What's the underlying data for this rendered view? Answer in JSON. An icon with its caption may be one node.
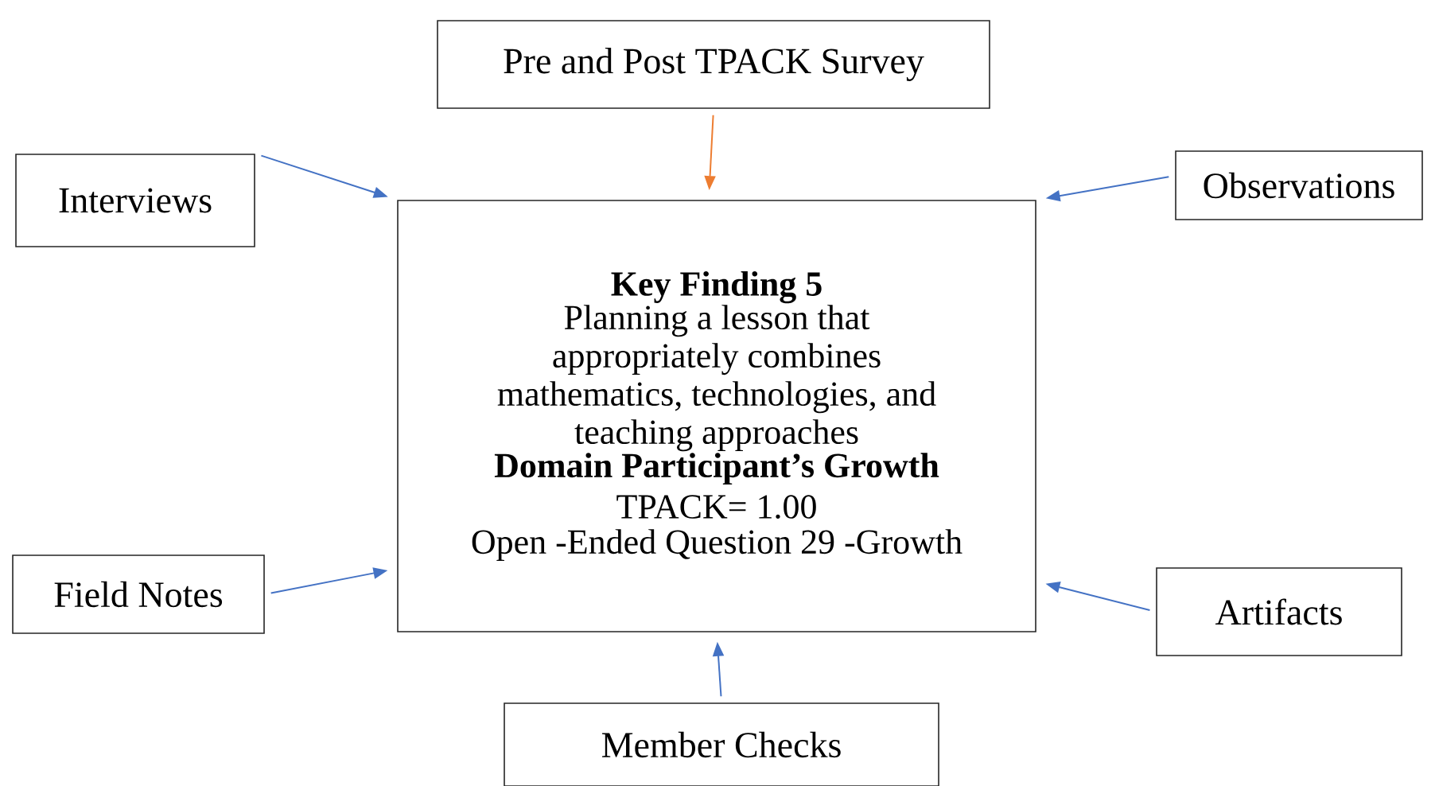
{
  "diagram": {
    "nodes": [
      {
        "text": [
          "Key Finding 5",
          "Planning a lesson that appropriately combines mathematics, technologies, and teaching approaches",
          "Domain Participant’s Growth",
          "TPACK= 1.00",
          "Open -Ended Question 29 -Growth"
        ]
      },
      {
        "text": [
          "Pre and Post TPACK Survey"
        ]
      },
      {
        "text": [
          "Interviews"
        ]
      },
      {
        "text": [
          "Observations"
        ]
      },
      {
        "text": [
          "Field Notes"
        ]
      },
      {
        "text": [
          "Artifacts"
        ]
      },
      {
        "text": [
          "Member Checks"
        ]
      }
    ],
    "edges": [
      {
        "from": 1,
        "to": 0,
        "arrow": "to",
        "color": "#ed7d31"
      },
      {
        "from": 2,
        "to": 0,
        "arrow": "to"
      },
      {
        "from": 3,
        "to": 0,
        "arrow": "to"
      },
      {
        "from": 4,
        "to": 0,
        "arrow": "to"
      },
      {
        "from": 5,
        "to": 0,
        "arrow": "to"
      },
      {
        "from": 6,
        "to": 0,
        "arrow": "to"
      }
    ]
  }
}
